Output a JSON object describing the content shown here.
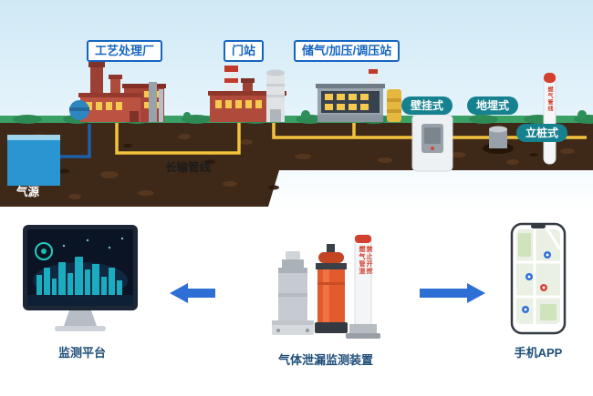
{
  "labels": {
    "plant": "工艺处理厂",
    "gate": "门站",
    "storage": "储气/加压/调压站",
    "gas_source": "气源",
    "pipeline": "长输管线",
    "wall": "壁挂式",
    "buried": "地埋式",
    "pole": "立桩式"
  },
  "bottom": {
    "monitor": "监测平台",
    "device": "气体泄漏监测装置",
    "app": "手机APP"
  },
  "marker_post": {
    "line1": "燃气管道",
    "line2": "禁止开挖",
    "top_pole": "燃气管线"
  },
  "colors": {
    "accent_blue": "#1565c0",
    "badge_teal": "#16818f",
    "pipeline_yellow": "#f2c23e",
    "soil_brown": "#3e2817",
    "arrow_blue": "#2e6fd6",
    "alarm_orange": "#e25a2e"
  }
}
